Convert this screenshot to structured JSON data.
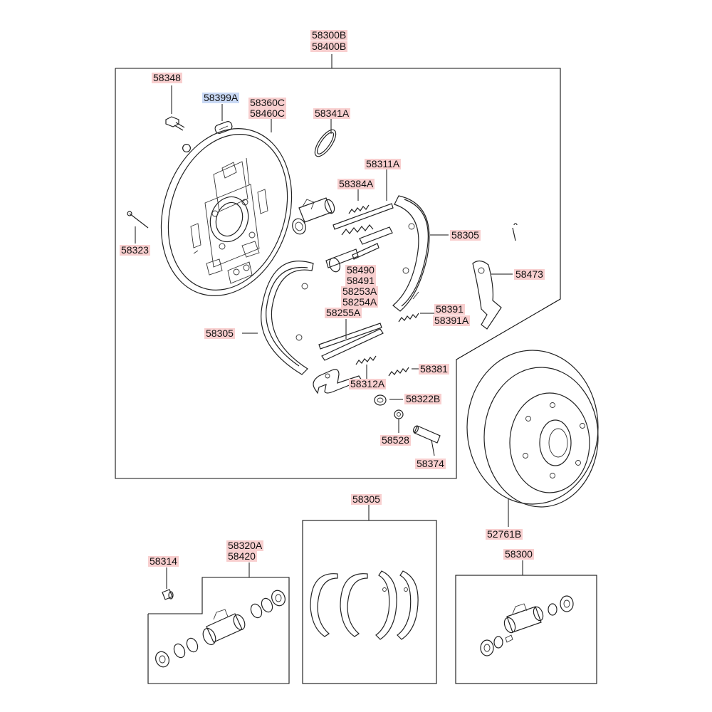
{
  "labels": {
    "l58300B": "58300B",
    "l58400B": "58400B",
    "l58348": "58348",
    "l58399A": "58399A",
    "l58360C": "58360C",
    "l58460C": "58460C",
    "l58341A": "58341A",
    "l58311A": "58311A",
    "l58384A": "58384A",
    "l58305a": "58305",
    "l58323": "58323",
    "l58473": "58473",
    "l58490": "58490",
    "l58491": "58491",
    "l58253A": "58253A",
    "l58254A": "58254A",
    "l58391": "58391",
    "l58391A": "58391A",
    "l58255A": "58255A",
    "l58305b": "58305",
    "l58381": "58381",
    "l58312A": "58312A",
    "l58322B": "58322B",
    "l58528": "58528",
    "l58374": "58374",
    "l58305c": "58305",
    "l52761B": "52761B",
    "l58314": "58314",
    "l58320A": "58320A",
    "l58420": "58420",
    "l58300": "58300"
  },
  "colors": {
    "label_bg": "#f8cfcf",
    "label_selected_bg": "#c9d9f5"
  }
}
